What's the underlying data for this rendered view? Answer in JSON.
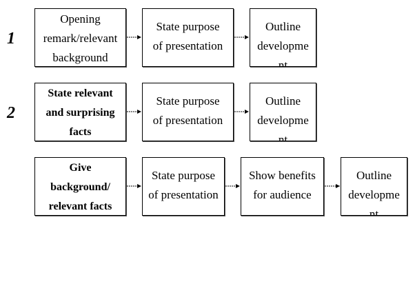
{
  "rows": [
    {
      "number": "1",
      "boxes": [
        {
          "text": "Opening\nremark/relevant\nbackground"
        },
        {
          "text": "State purpose\nof presentation"
        },
        {
          "text": "Outline\ndevelopme\nnt"
        }
      ]
    },
    {
      "number": "2",
      "boxes": [
        {
          "text": "State relevant\nand surprising\nfacts"
        },
        {
          "text": "State purpose\nof presentation"
        },
        {
          "text": "Outline\ndevelopme\nnt"
        }
      ]
    },
    {
      "number": "",
      "boxes": [
        {
          "text": "Give\nbackground/\nrelevant  facts"
        },
        {
          "text": "State purpose\nof presentation"
        },
        {
          "text": "Show benefits\nfor audience"
        },
        {
          "text": "Outline\ndevelopme\nnt"
        }
      ]
    }
  ]
}
